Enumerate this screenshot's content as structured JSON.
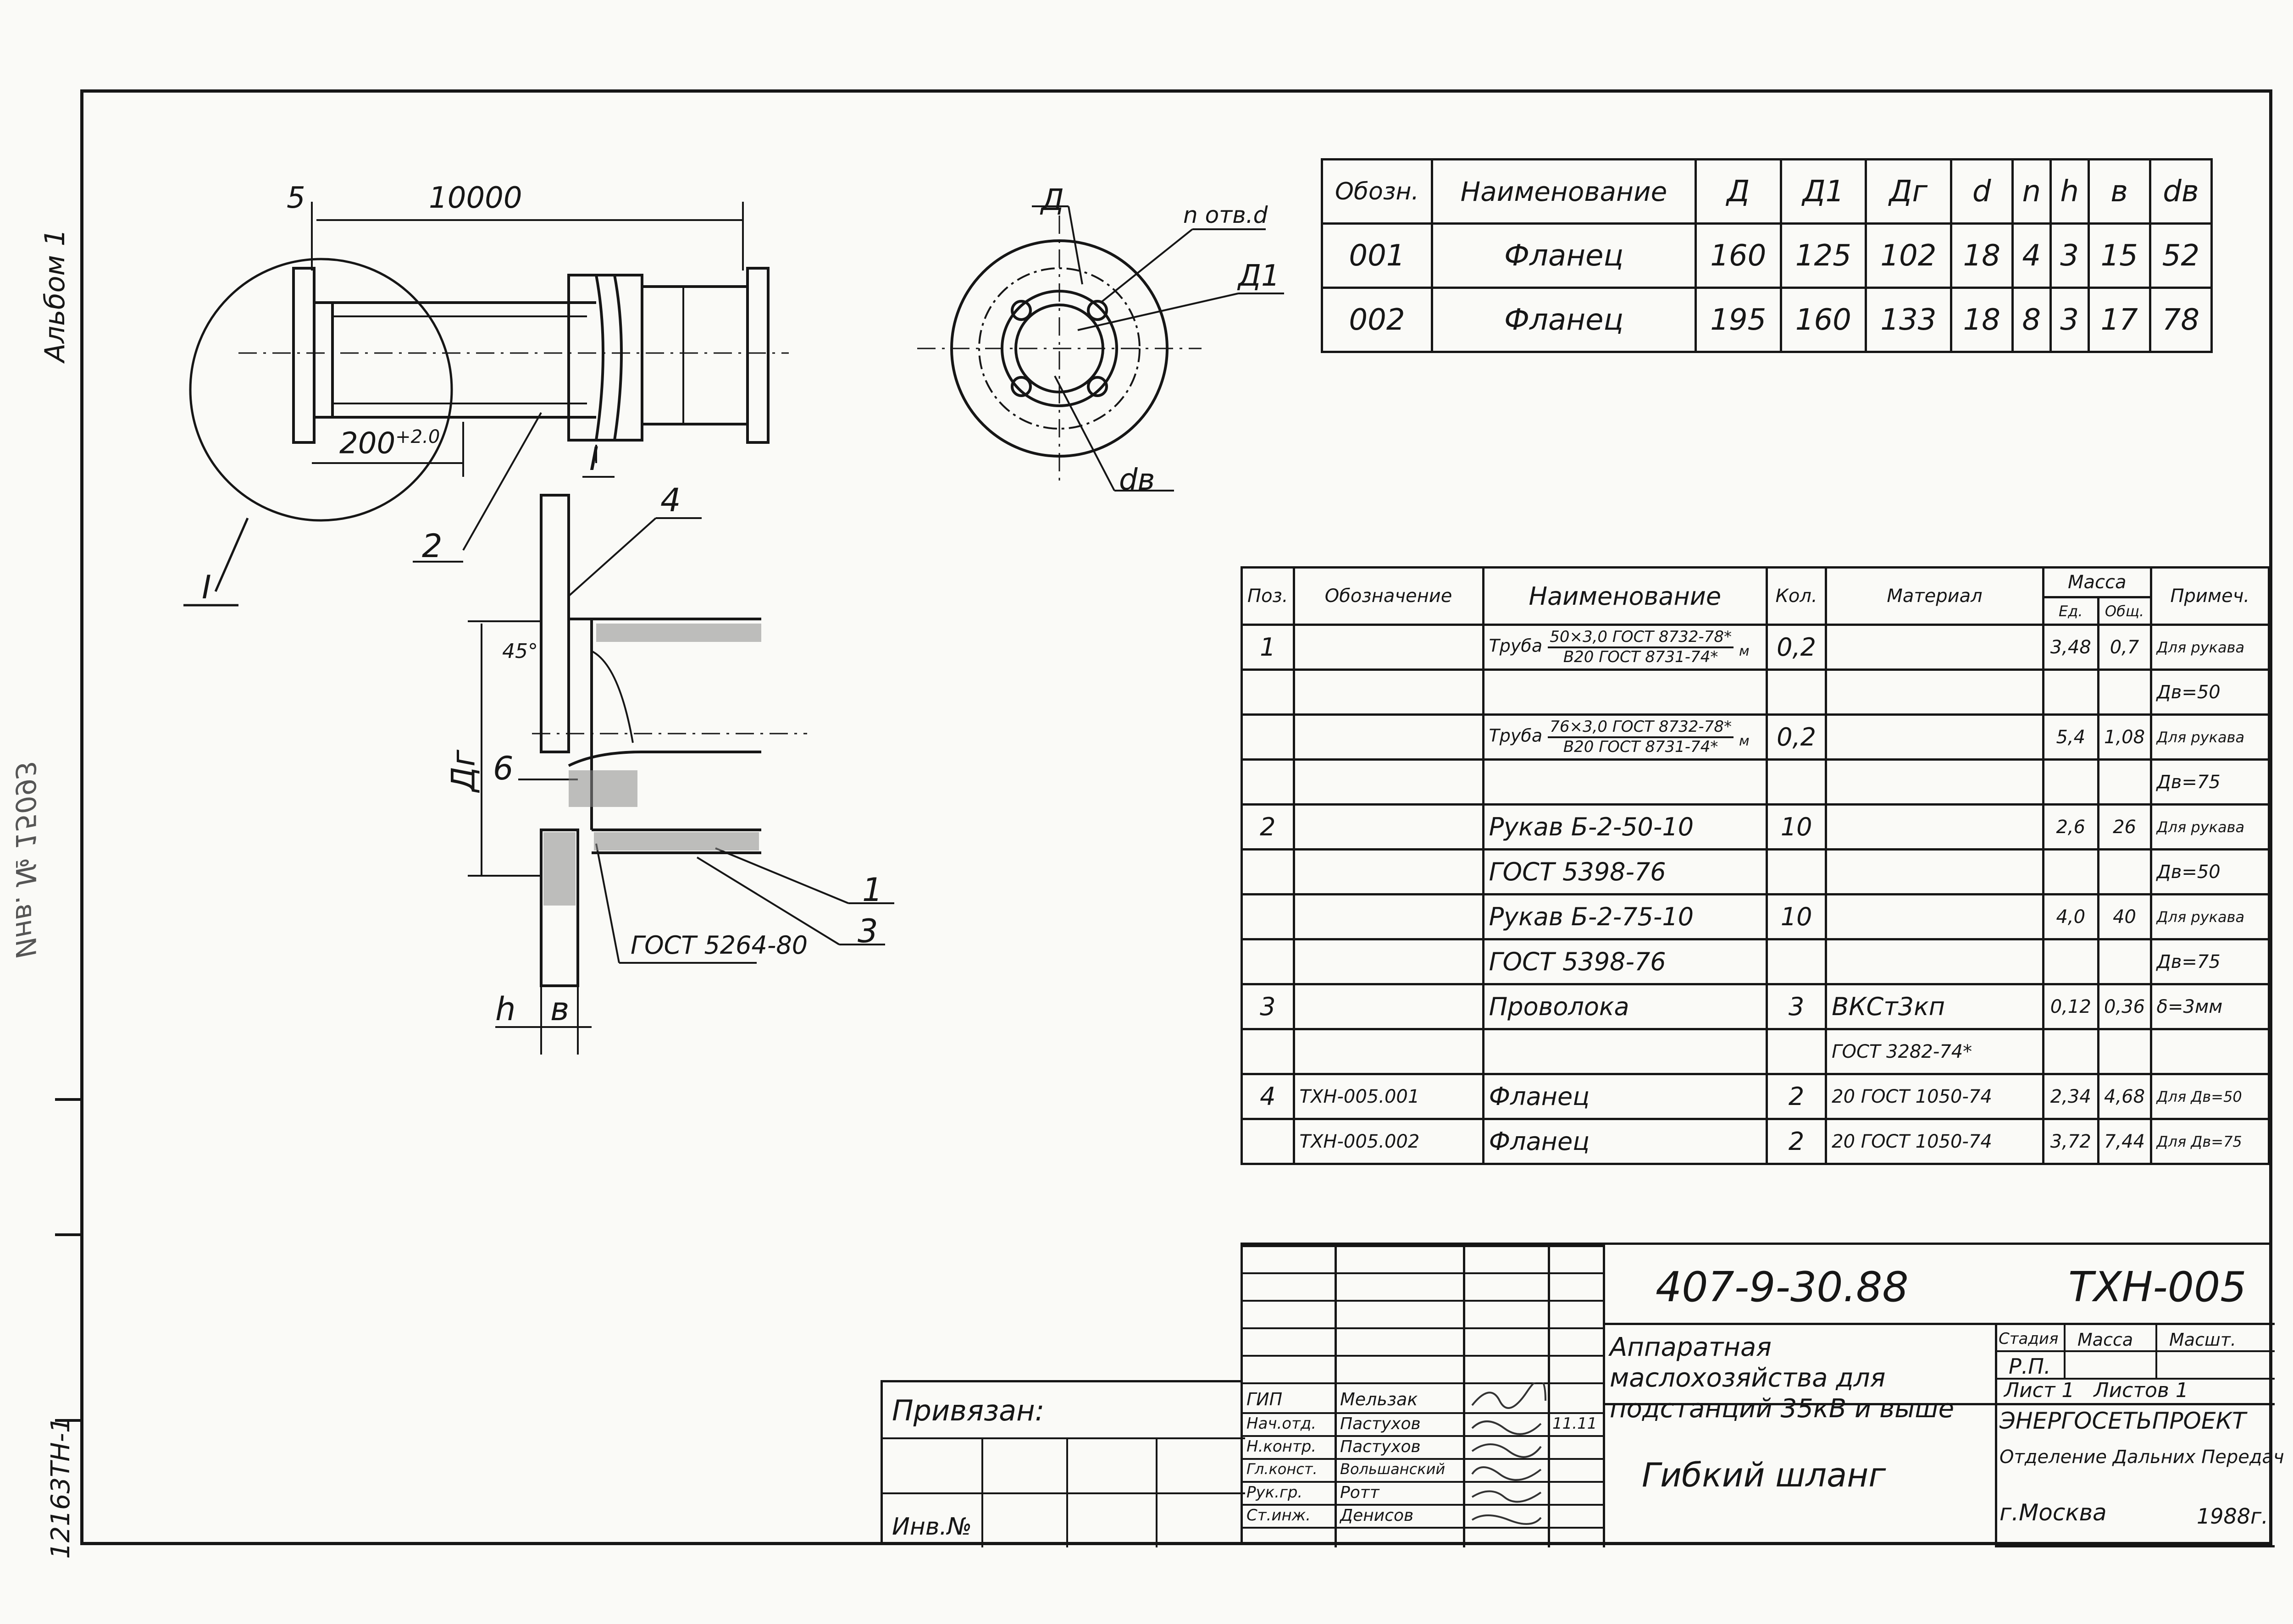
{
  "side": {
    "album": "Альбом 1",
    "inv_stamp": "Инв. № 15093",
    "sheet_code": "12163ТН-1"
  },
  "drawing": {
    "dim_length": "10000",
    "dim_pos5": "5",
    "dim_200": "200",
    "dim_200_tol": "+2.0",
    "callout_I": "I",
    "callout_2": "2",
    "section_I": "I",
    "callout_4": "4",
    "angle": "45°",
    "dim_Dg": "Дг",
    "callout_6": "6",
    "callout_1": "1",
    "callout_3": "3",
    "gost_weld": "ГОСТ 5264-80",
    "dim_h": "h",
    "dim_b": "в",
    "fl_D": "Д",
    "fl_holes": "n отв.d",
    "fl_D1": "Д1",
    "fl_dv": "dв"
  },
  "flange_table": {
    "headers": [
      "Обозн.",
      "Наименование",
      "Д",
      "Д1",
      "Дг",
      "d",
      "n",
      "h",
      "в",
      "dв"
    ],
    "rows": [
      [
        "001",
        "Фланец",
        "160",
        "125",
        "102",
        "18",
        "4",
        "3",
        "15",
        "52"
      ],
      [
        "002",
        "Фланец",
        "195",
        "160",
        "133",
        "18",
        "8",
        "3",
        "17",
        "78"
      ]
    ]
  },
  "spec_table": {
    "headers": {
      "pos": "Поз.",
      "designation": "Обозначение",
      "name": "Наименование",
      "qty": "Кол.",
      "material": "Материал",
      "mass": "Масса",
      "mass_unit": "Ед.",
      "mass_total": "Общ.",
      "note": "Примеч."
    },
    "rows": [
      {
        "pos": "1",
        "des": "",
        "name": "Труба",
        "frac_top": "50×3,0 ГОСТ 8732-78*",
        "frac_bot": "В20 ГОСТ 8731-74*",
        "frac_sub": "м",
        "qty": "0,2",
        "mat": "",
        "m1": "3,48",
        "m2": "0,7",
        "note": "Для рукава"
      },
      {
        "pos": "",
        "des": "",
        "name": "",
        "qty": "",
        "mat": "",
        "m1": "",
        "m2": "",
        "note": "Дв=50"
      },
      {
        "pos": "",
        "des": "",
        "name": "Труба",
        "frac_top": "76×3,0 ГОСТ 8732-78*",
        "frac_bot": "В20 ГОСТ 8731-74*",
        "frac_sub": "м",
        "qty": "0,2",
        "mat": "",
        "m1": "5,4",
        "m2": "1,08",
        "note": "Для рукава"
      },
      {
        "pos": "",
        "des": "",
        "name": "",
        "qty": "",
        "mat": "",
        "m1": "",
        "m2": "",
        "note": "Дв=75"
      },
      {
        "pos": "2",
        "des": "",
        "name": "Рукав Б-2-50-10",
        "qty": "10",
        "mat": "",
        "m1": "2,6",
        "m2": "26",
        "note": "Для рукава"
      },
      {
        "pos": "",
        "des": "",
        "name": "ГОСТ 5398-76",
        "qty": "",
        "mat": "",
        "m1": "",
        "m2": "",
        "note": "Дв=50"
      },
      {
        "pos": "",
        "des": "",
        "name": "Рукав Б-2-75-10",
        "qty": "10",
        "mat": "",
        "m1": "4,0",
        "m2": "40",
        "note": "Для рукава"
      },
      {
        "pos": "",
        "des": "",
        "name": "ГОСТ 5398-76",
        "qty": "",
        "mat": "",
        "m1": "",
        "m2": "",
        "note": "Дв=75"
      },
      {
        "pos": "3",
        "des": "",
        "name": "Проволока",
        "qty": "3",
        "mat": "ВКСт3кп",
        "m1": "0,12",
        "m2": "0,36",
        "note": "δ=3мм"
      },
      {
        "pos": "",
        "des": "",
        "name": "",
        "qty": "",
        "mat": "ГОСТ 3282-74*",
        "m1": "",
        "m2": "",
        "note": ""
      },
      {
        "pos": "4",
        "des": "ТХН-005.001",
        "name": "Фланец",
        "qty": "2",
        "mat": "20 ГОСТ 1050-74",
        "m1": "2,34",
        "m2": "4,68",
        "note": "Для Дв=50"
      },
      {
        "pos": "",
        "des": "ТХН-005.002",
        "name": "Фланец",
        "qty": "2",
        "mat": "20 ГОСТ 1050-74",
        "m1": "3,72",
        "m2": "7,44",
        "note": "Для Дв=75"
      }
    ]
  },
  "title_block": {
    "project": "407-9-30.88",
    "code": "ТХН-005",
    "object_title": "Аппаратная маслохозяйства для подстанций 35кВ и выше",
    "stage_label": "Стадия",
    "mass_label": "Масса",
    "scale_label": "Масшт.",
    "stage": "Р.П.",
    "sheet_label": "Лист",
    "sheet_no": "1",
    "sheets_label": "Листов",
    "sheets_no": "1",
    "drawing_title": "Гибкий шланг",
    "org_line1": "ЭНЕРГОСЕТЬПРОЕКТ",
    "org_line2": "Отделение Дальних Передач",
    "org_line3": "г.Москва",
    "year": "1988г.",
    "date": "11.11",
    "roles": [
      {
        "role": "ГИП",
        "name": "Мельзак"
      },
      {
        "role": "Нач.отд.",
        "name": "Пастухов"
      },
      {
        "role": "Н.контр.",
        "name": "Пастухов"
      },
      {
        "role": "Гл.конст.",
        "name": "Вольшанский"
      },
      {
        "role": "Рук.гр.",
        "name": "Ротт"
      },
      {
        "role": "Ст.инж.",
        "name": "Денисов"
      }
    ],
    "bound_label": "Привязан:",
    "inv_label": "Инв.№"
  }
}
